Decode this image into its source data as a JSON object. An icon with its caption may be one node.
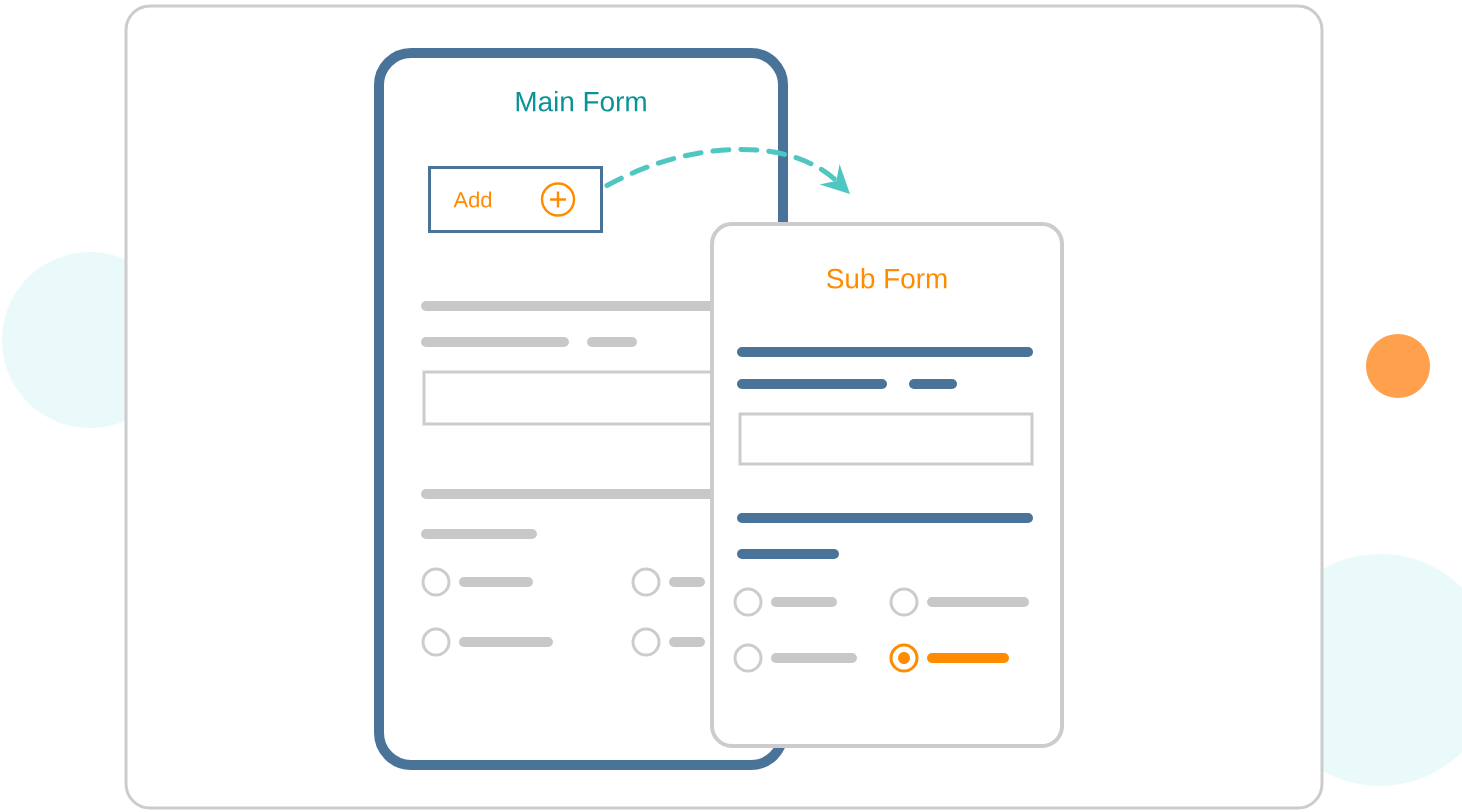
{
  "diagram": {
    "nodes": [
      {
        "text": [
          "Main Form"
        ]
      },
      {
        "text": [
          "Add"
        ],
        "in": 0
      },
      {
        "text": [
          "Sub Form"
        ]
      }
    ],
    "edges": [
      {
        "from": 1,
        "to": 2,
        "arrow": "to",
        "style": "dashed",
        "color": "#4fc6c2"
      }
    ]
  }
}
